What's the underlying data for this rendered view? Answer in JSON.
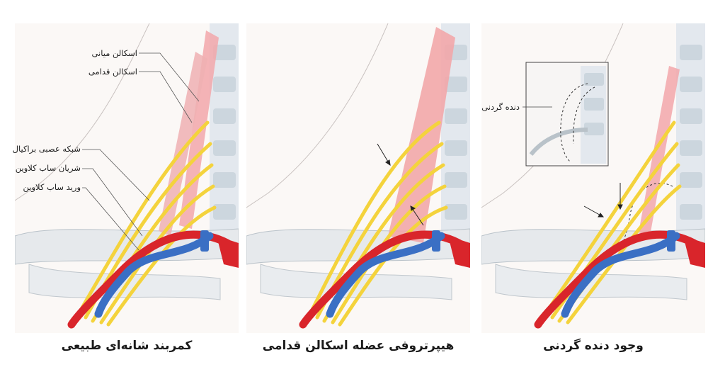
{
  "labels": {
    "middle_scalene": "اسکالن میانی",
    "anterior_scalene": "اسکالن قدامی",
    "brachial_plexus": "شبکه عصبی براکیال",
    "subclavian_artery": "شریان ساب کلاوین",
    "subclavian_vein": "ورید ساب کلاوین",
    "cervical_rib": "دنده گردنی"
  },
  "captions": {
    "left": "کمربند شانه‌ای طبیعی",
    "middle": "هیپرتروفی عضله اسکالن قدامی",
    "right": "وجود دنده گردنی"
  },
  "colors": {
    "muscle": "#f2a7aa",
    "nerve": "#f4d33c",
    "artery": "#d9252b",
    "vein": "#3a6fc4",
    "bone": "#dfe6ec",
    "skin": "#f6f2f0"
  }
}
